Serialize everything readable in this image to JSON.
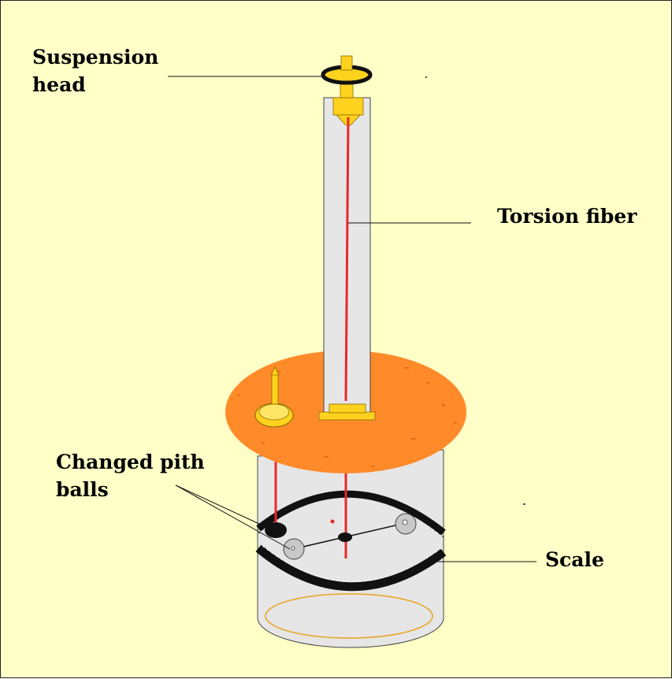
{
  "labels": {
    "suspension_head": [
      "Suspension",
      "head"
    ],
    "torsion_fiber": "Torsion fiber",
    "charged_pith_balls": [
      "Changed pith",
      "balls"
    ],
    "scale": "Scale"
  },
  "colors": {
    "background": "#FFFFC8",
    "lid": "#FF8A2A",
    "brass": "#FFD21E",
    "fiber": "#E8282A",
    "glass": "#E6E6E6",
    "outline": "#111111"
  }
}
